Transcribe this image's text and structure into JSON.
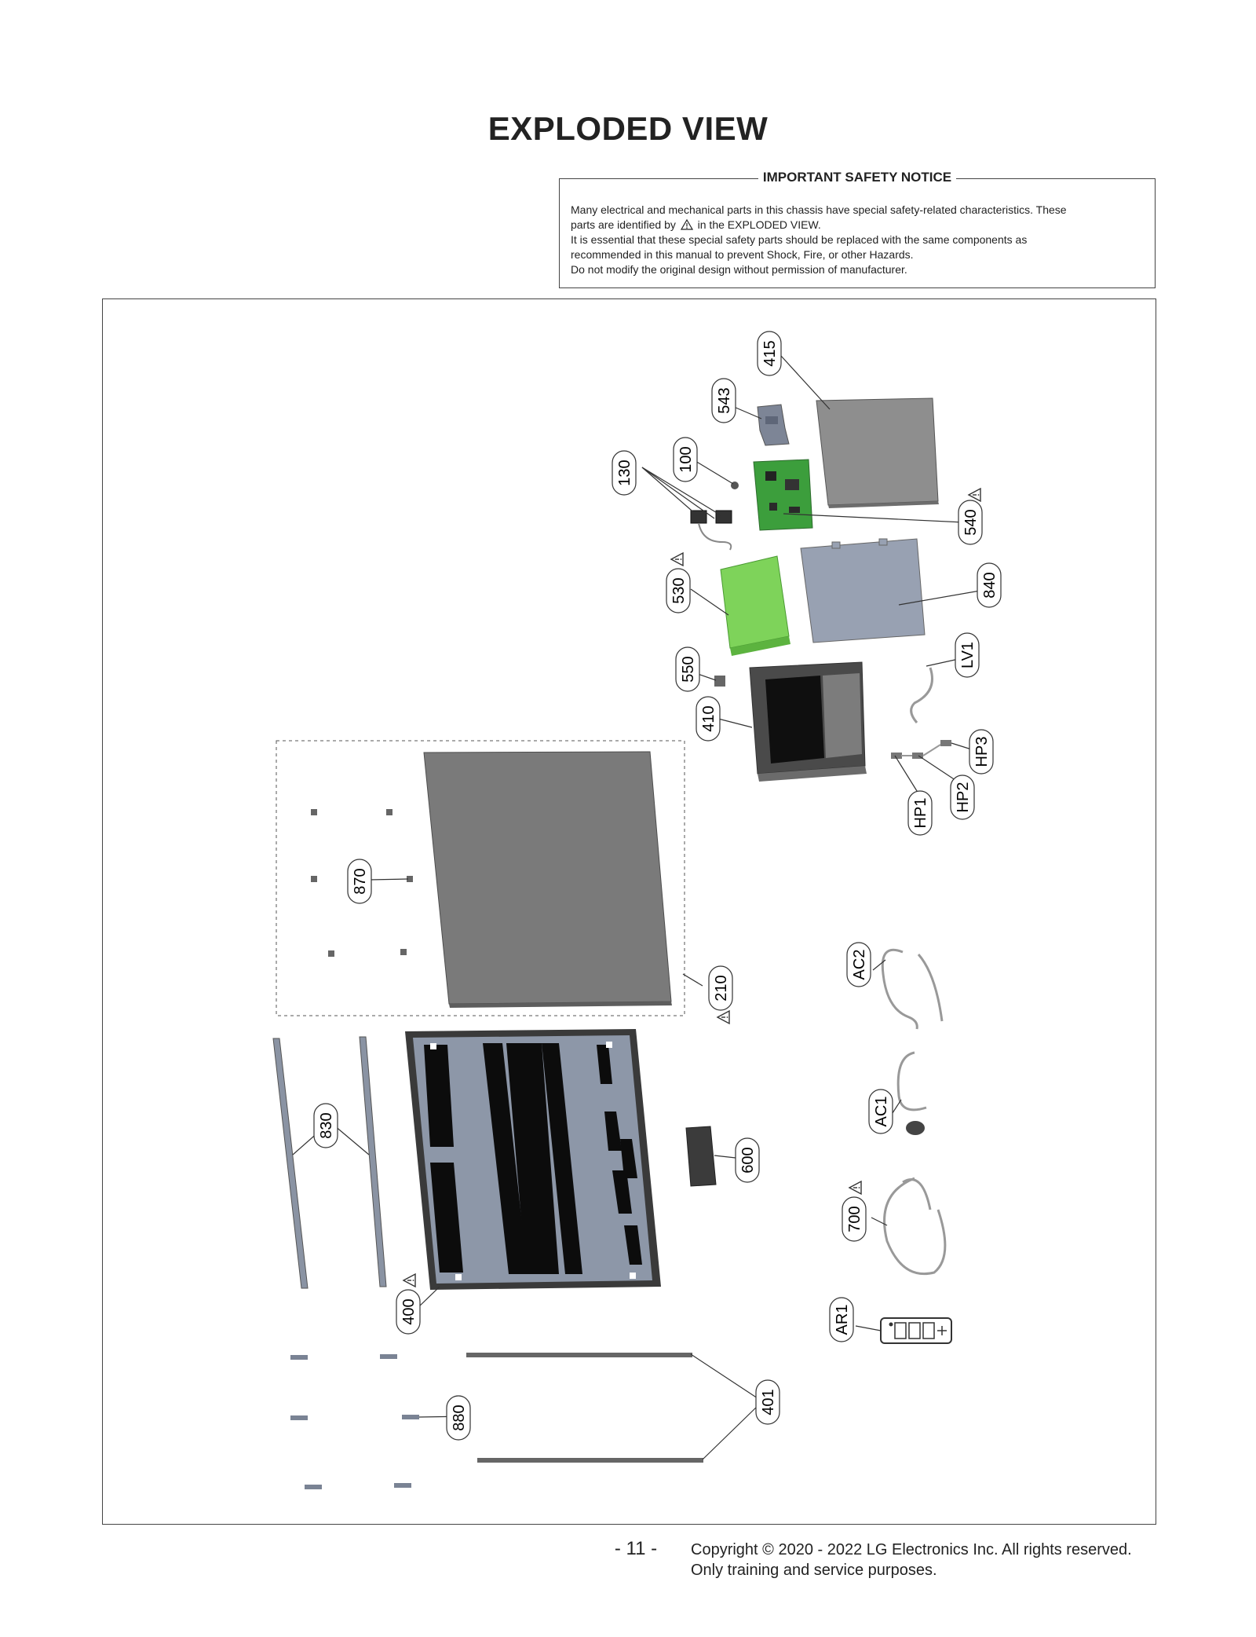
{
  "header": {
    "title": "EXPLODED VIEW"
  },
  "notice": {
    "title": "IMPORTANT SAFETY NOTICE",
    "line1": "Many electrical and mechanical parts in this chassis have special safety-related characteristics. These",
    "line2a": "parts are identified by",
    "line2b": "in the EXPLODED VIEW.",
    "line3": "It is essential that these special safety parts should be replaced with the same components as",
    "line4": "recommended in this manual to prevent Shock, Fire, or other Hazards.",
    "line5": "Do not modify the original design without permission of manufacturer."
  },
  "parts": {
    "p415": "415",
    "p543": "543",
    "p100": "100",
    "p130": "130",
    "p540": "540",
    "p530": "530",
    "p840": "840",
    "p550": "550",
    "pLV1": "LV1",
    "p410": "410",
    "pHP3": "HP3",
    "pHP2": "HP2",
    "pHP1": "HP1",
    "p870": "870",
    "p210": "210",
    "pAC2": "AC2",
    "pAC1": "AC1",
    "p830": "830",
    "p600": "600",
    "p700": "700",
    "p400": "400",
    "pAR1": "AR1",
    "p880": "880",
    "p401": "401"
  },
  "icons": {
    "safety": "warning-triangle-icon"
  },
  "footer": {
    "page": "- 11 -",
    "copyright": "Copyright © 2020 - 2022 LG Electronics Inc. All rights reserved.",
    "purpose": "Only training and service purposes."
  }
}
